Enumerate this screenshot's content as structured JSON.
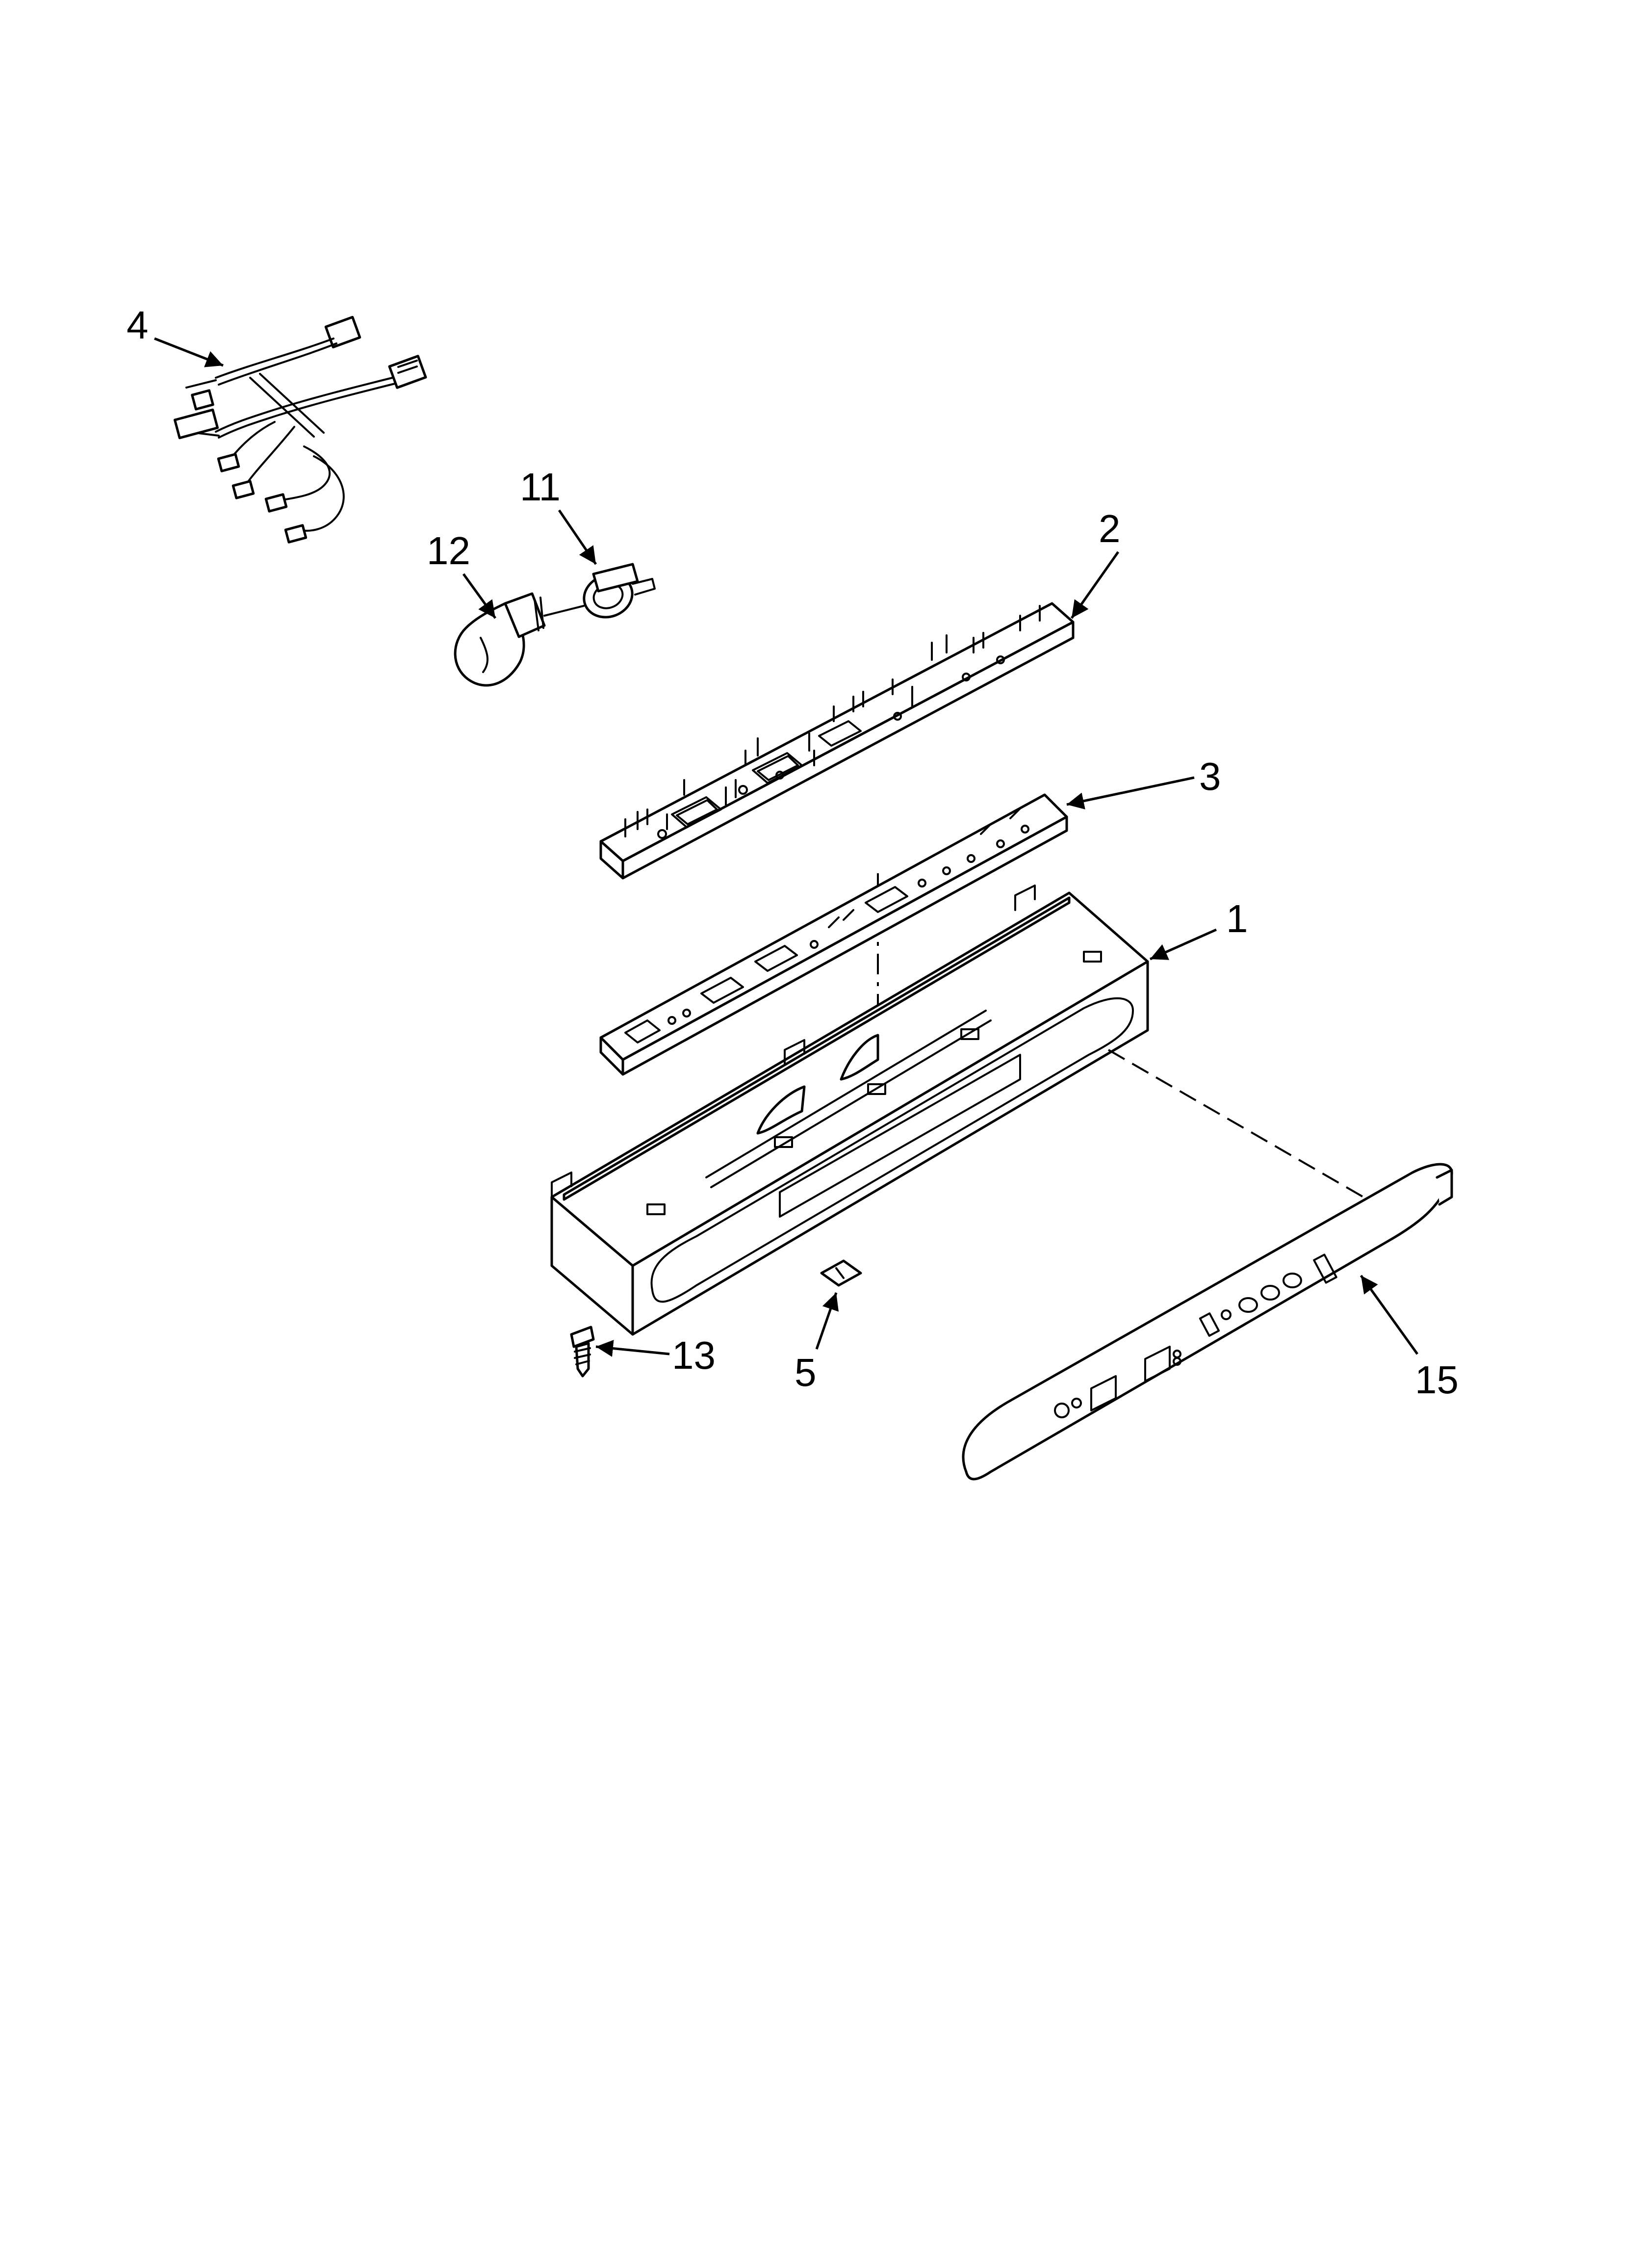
{
  "callouts": {
    "c1": "1",
    "c2": "2",
    "c3": "3",
    "c4": "4",
    "c5": "5",
    "c11": "11",
    "c12": "12",
    "c13": "13",
    "c15": "15"
  }
}
